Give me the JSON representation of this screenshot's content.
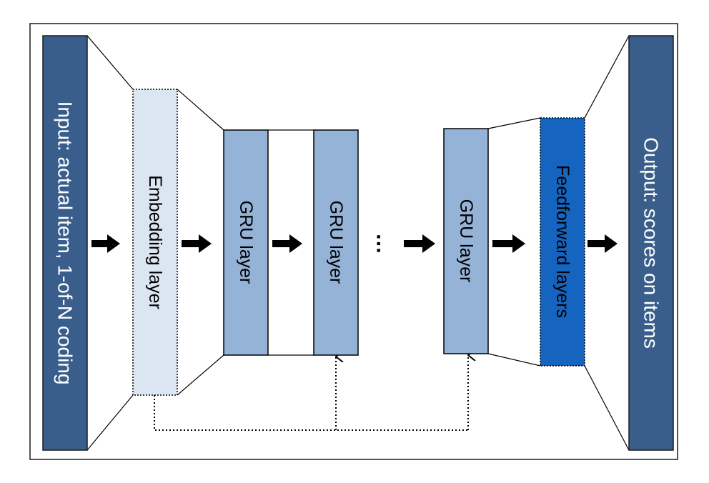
{
  "colors": {
    "frame": "#1a1a1a",
    "input_block": "#3a5e8c",
    "embedding_block": "#dce6f2",
    "gru_block": "#95b3d7",
    "feedforward_block": "#1565c0",
    "output_block": "#3a5e8c",
    "arrow": "#000000"
  },
  "blocks": {
    "input": {
      "label": "Input: actual item, 1-of-N coding"
    },
    "embedding": {
      "label": "Embedding layer"
    },
    "gru_1": {
      "label": "GRU layer"
    },
    "gru_2": {
      "label": "GRU layer"
    },
    "gru_n": {
      "label": "GRU layer"
    },
    "feedforward": {
      "label": "Feedforward layers"
    },
    "output": {
      "label": "Output: scores on items"
    }
  },
  "ellipsis": "…"
}
